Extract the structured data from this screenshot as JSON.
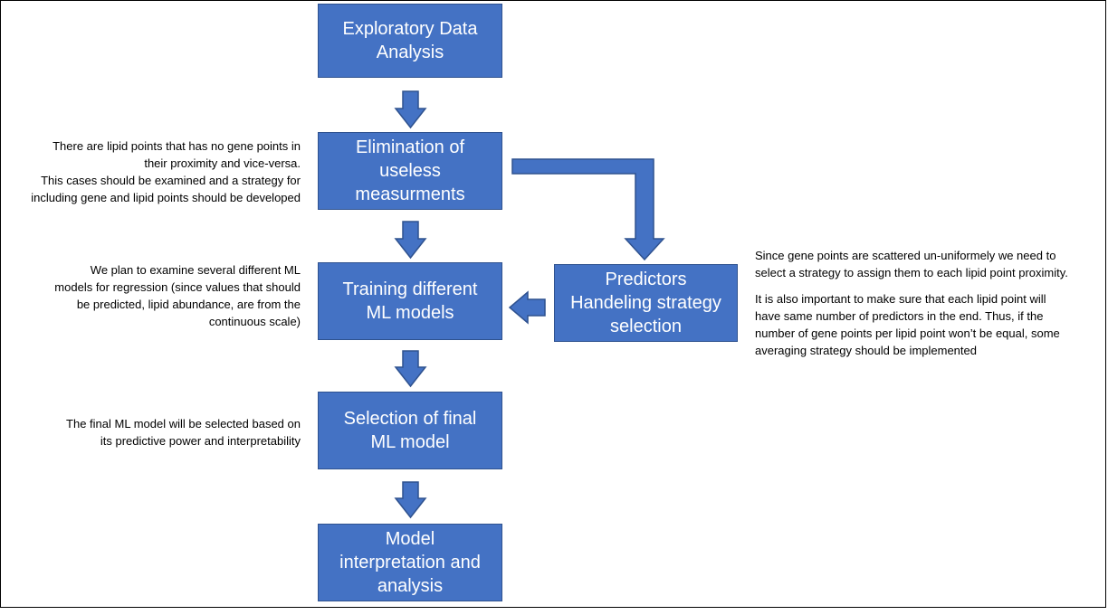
{
  "colors": {
    "box_fill": "#4472c4",
    "box_border": "#2f528f",
    "arrow_fill": "#4472c4",
    "arrow_stroke": "#2f528f"
  },
  "steps": {
    "eda": "Exploratory Data\nAnalysis",
    "elimination": "Elimination of\nuseless\nmeasurments",
    "training": "Training different\nML models",
    "predictors": "Predictors\nHandeling strategy\nselection",
    "selection": "Selection of final\nML model",
    "interpretation": "Model\ninterpretation and\nanalysis"
  },
  "notes": {
    "elimination": "There are lipid points that has no gene points in\ntheir proximity and vice-versa.\nThis cases should be examined and a strategy for\nincluding gene and lipid points should be developed",
    "training": "We plan to examine several different ML\nmodels for regression (since values that should\nbe predicted, lipid abundance, are from the\ncontinuous scale)",
    "selection": "The final ML model will be selected based on\nits predictive power and interpretability",
    "predictors_1": "Since gene points are scattered un-uniformely we need to\nselect a strategy to assign them to each lipid point proximity.",
    "predictors_2": "It is also important to make sure that each lipid point will\nhave same number of predictors in the end. Thus, if the\nnumber of gene points per lipid point won’t be equal, some\naveraging strategy should be implemented"
  }
}
